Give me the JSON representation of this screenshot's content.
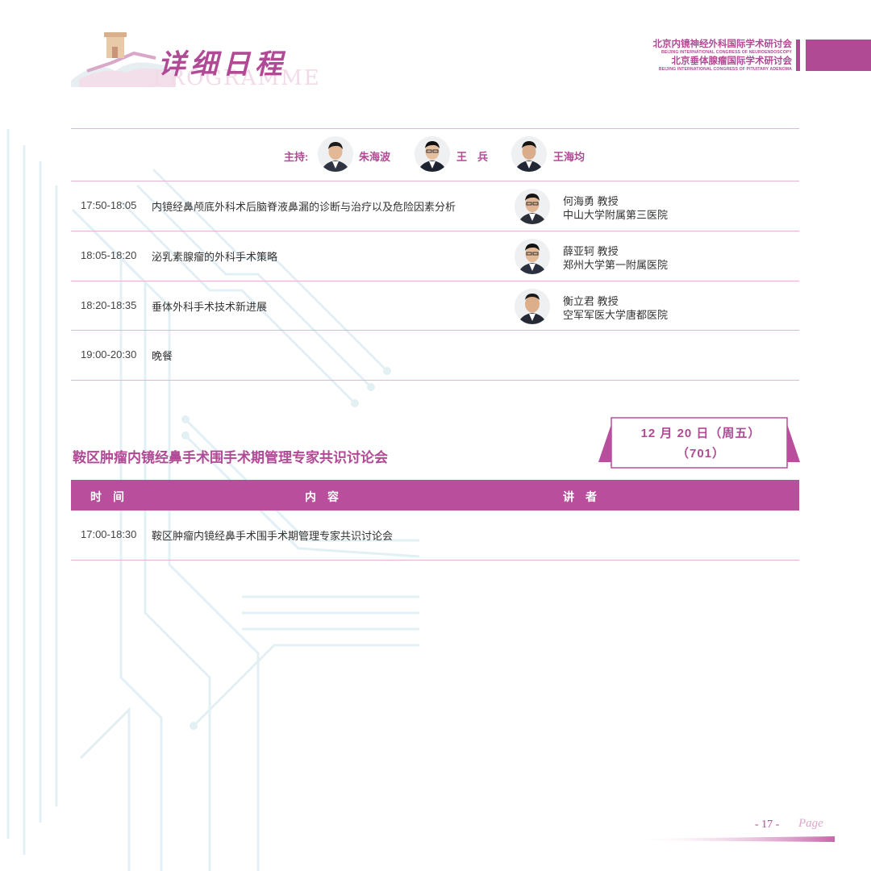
{
  "colors": {
    "accent": "#b14a95",
    "header_bg": "#b94e9c",
    "rule": "#e7b3d4",
    "light": "#f1dbe9"
  },
  "header": {
    "title": "详细日程",
    "subtitle": "PROGRAMME",
    "conference": {
      "line1_cn": "北京内镜神经外科国际学术研讨会",
      "line1_en": "BEIJING INTERNATIONAL CONGRESS OF NEUROENDOSCOPY",
      "line2_cn": "北京垂体腺瘤国际学术研讨会",
      "line2_en": "BEIJING INTERNATIONAL CONGRESS OF PITUITARY ADENOMA"
    }
  },
  "hosts": {
    "label": "主持:",
    "people": [
      {
        "name": "朱海波",
        "icon": "portrait-icon"
      },
      {
        "name": "王　兵",
        "icon": "portrait-icon"
      },
      {
        "name": "王海均",
        "icon": "portrait-icon"
      }
    ]
  },
  "schedule": [
    {
      "time": "17:50-18:05",
      "topic": "内镜经鼻颅底外科术后脑脊液鼻漏的诊断与治疗以及危险因素分析",
      "speaker": "何海勇 教授",
      "institution": "中山大学附属第三医院"
    },
    {
      "time": "18:05-18:20",
      "topic": "泌乳素腺瘤的外科手术策略",
      "speaker": "薛亚轲 教授",
      "institution": "郑州大学第一附属医院"
    },
    {
      "time": "18:20-18:35",
      "topic": "垂体外科手术技术新进展",
      "speaker": "衡立君 教授",
      "institution": "空军军医大学唐都医院"
    },
    {
      "time": "19:00-20:30",
      "topic": "晚餐"
    }
  ],
  "session2": {
    "title": "鞍区肿瘤内镜经鼻手术围手术期管理专家共识讨论会",
    "date": "12 月 20 日（周五）",
    "room": "（701）",
    "table_header": {
      "time": "时　间",
      "content": "内　容",
      "speaker": "讲　者"
    },
    "rows": [
      {
        "time": "17:00-18:30",
        "topic": "鞍区肿瘤内镜经鼻手术围手术期管理专家共识讨论会"
      }
    ]
  },
  "footer": {
    "page_number": "- 17 -",
    "page_word": "Page"
  }
}
